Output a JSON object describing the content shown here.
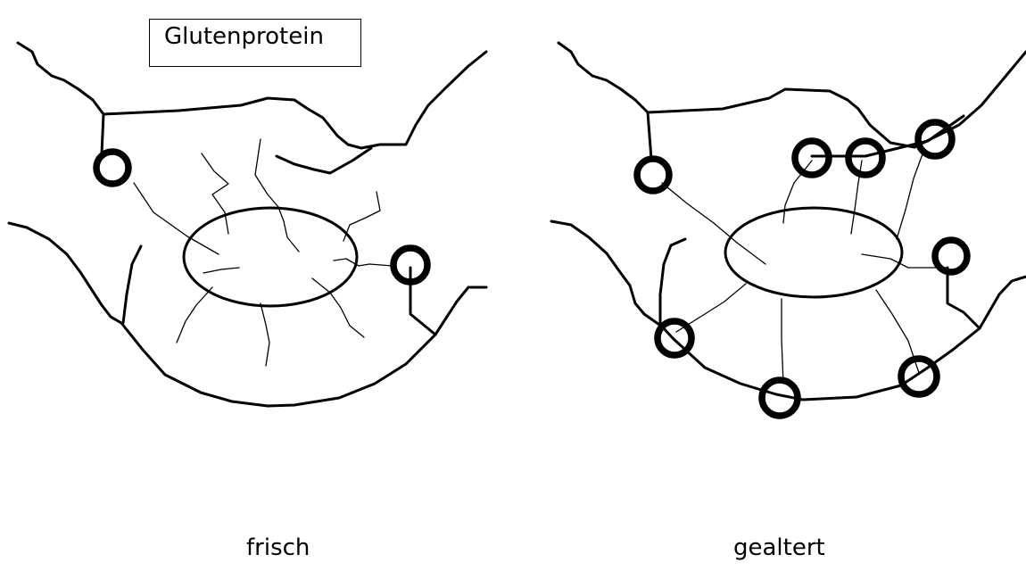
{
  "legend": {
    "label": "Glutenprotein"
  },
  "panels": [
    {
      "label": "frisch"
    },
    {
      "label": "gealtert"
    }
  ]
}
